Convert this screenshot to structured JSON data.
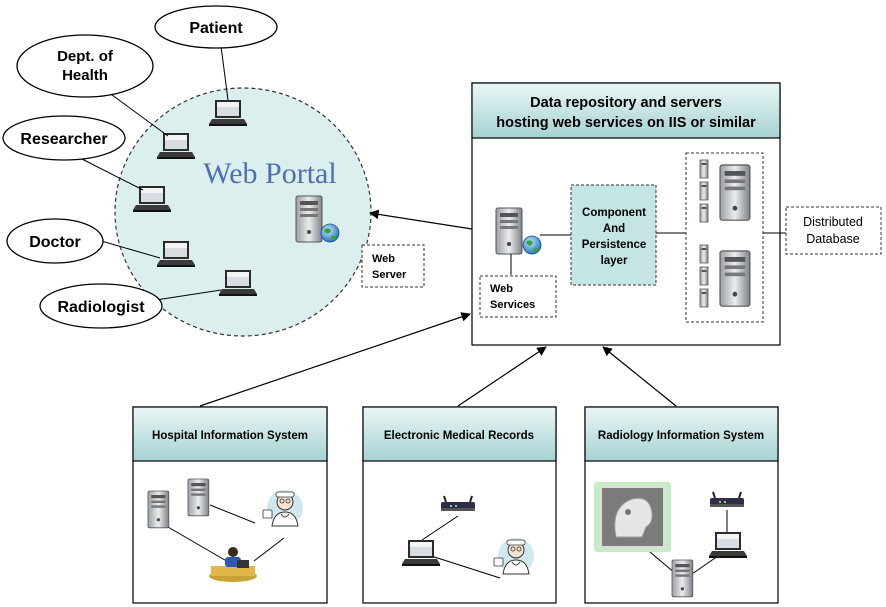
{
  "portal": {
    "title": "Web Portal",
    "server_label": [
      "Web",
      "Server"
    ]
  },
  "users": [
    {
      "id": "patient",
      "label_lines": [
        "Patient"
      ]
    },
    {
      "id": "dept-of-health",
      "label_lines": [
        "Dept. of",
        "Health"
      ]
    },
    {
      "id": "researcher",
      "label_lines": [
        "Researcher"
      ]
    },
    {
      "id": "doctor",
      "label_lines": [
        "Doctor"
      ]
    },
    {
      "id": "radiologist",
      "label_lines": [
        "Radiologist"
      ]
    }
  ],
  "repository": {
    "title_lines": [
      "Data repository and servers",
      "hosting web services on IIS or similar"
    ],
    "web_services_label": [
      "Web",
      "Services"
    ],
    "component_label": [
      "Component",
      "And",
      "Persistence",
      "layer"
    ],
    "distributed_db_label": [
      "Distributed",
      "Database"
    ]
  },
  "systems": [
    {
      "id": "hospital-information-system",
      "title": "Hospital Information System"
    },
    {
      "id": "electronic-medical-records",
      "title": "Electronic Medical Records"
    },
    {
      "id": "radiology-information-system",
      "title": "Radiology Information System"
    }
  ],
  "colors": {
    "portal_fill": "#dcefef",
    "header_gradient_top": "#e9f6f6",
    "header_gradient_bottom": "#a7d3d3",
    "component_fill": "#c5e4e4",
    "portal_title": "#4f6fae"
  }
}
